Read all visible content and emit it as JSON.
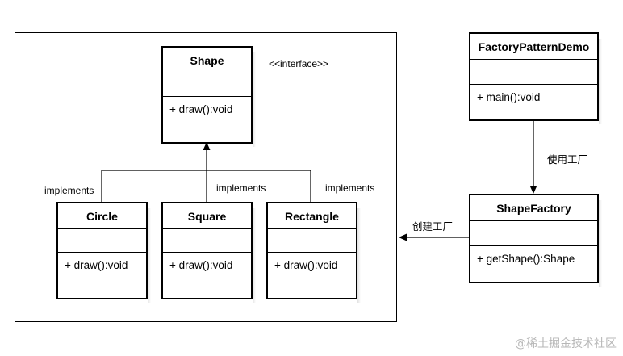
{
  "stereotype": "<<interface>>",
  "classes": {
    "shape": {
      "name": "Shape",
      "methods": [
        "+ draw():void"
      ]
    },
    "circle": {
      "name": "Circle",
      "methods": [
        "+ draw():void"
      ]
    },
    "square": {
      "name": "Square",
      "methods": [
        "+ draw():void"
      ]
    },
    "rectangle": {
      "name": "Rectangle",
      "methods": [
        "+ draw():void"
      ]
    },
    "demo": {
      "name": "FactoryPatternDemo",
      "methods": [
        "+ main():void"
      ]
    },
    "factory": {
      "name": "ShapeFactory",
      "methods": [
        "+ getShape():Shape"
      ]
    }
  },
  "relations": {
    "implements_circle": "implements",
    "implements_square": "implements",
    "implements_rectangle": "implements",
    "demo_uses_factory": "使用工厂",
    "factory_creates": "创建工厂"
  },
  "watermark": "@稀土掘金技术社区"
}
